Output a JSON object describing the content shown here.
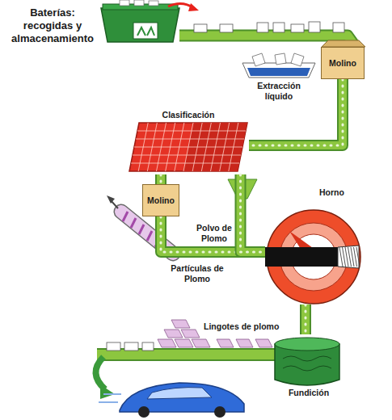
{
  "diagram": {
    "title": "Baterías: recogidas y almacenamiento",
    "nodes": [
      {
        "text": [
          "Molino"
        ]
      },
      {
        "text": [
          "Clasificación"
        ]
      },
      {
        "text": [
          "Molino"
        ]
      },
      {
        "text": [
          "Horno"
        ]
      },
      {
        "text": [
          "Fundición"
        ]
      }
    ],
    "edges": [
      {
        "from": 0,
        "to": 1,
        "arrow": "none"
      },
      {
        "from": 1,
        "to": 2,
        "arrow": "none"
      },
      {
        "from": 2,
        "to": 3,
        "arrow": "none"
      },
      {
        "from": 1,
        "to": 3,
        "arrow": "none"
      },
      {
        "from": 3,
        "to": 4,
        "arrow": "none"
      }
    ],
    "labels": [
      "Extracción líquido",
      "Polvo de Plomo",
      "Partículas de Plomo",
      "Lingotes de plomo"
    ]
  }
}
